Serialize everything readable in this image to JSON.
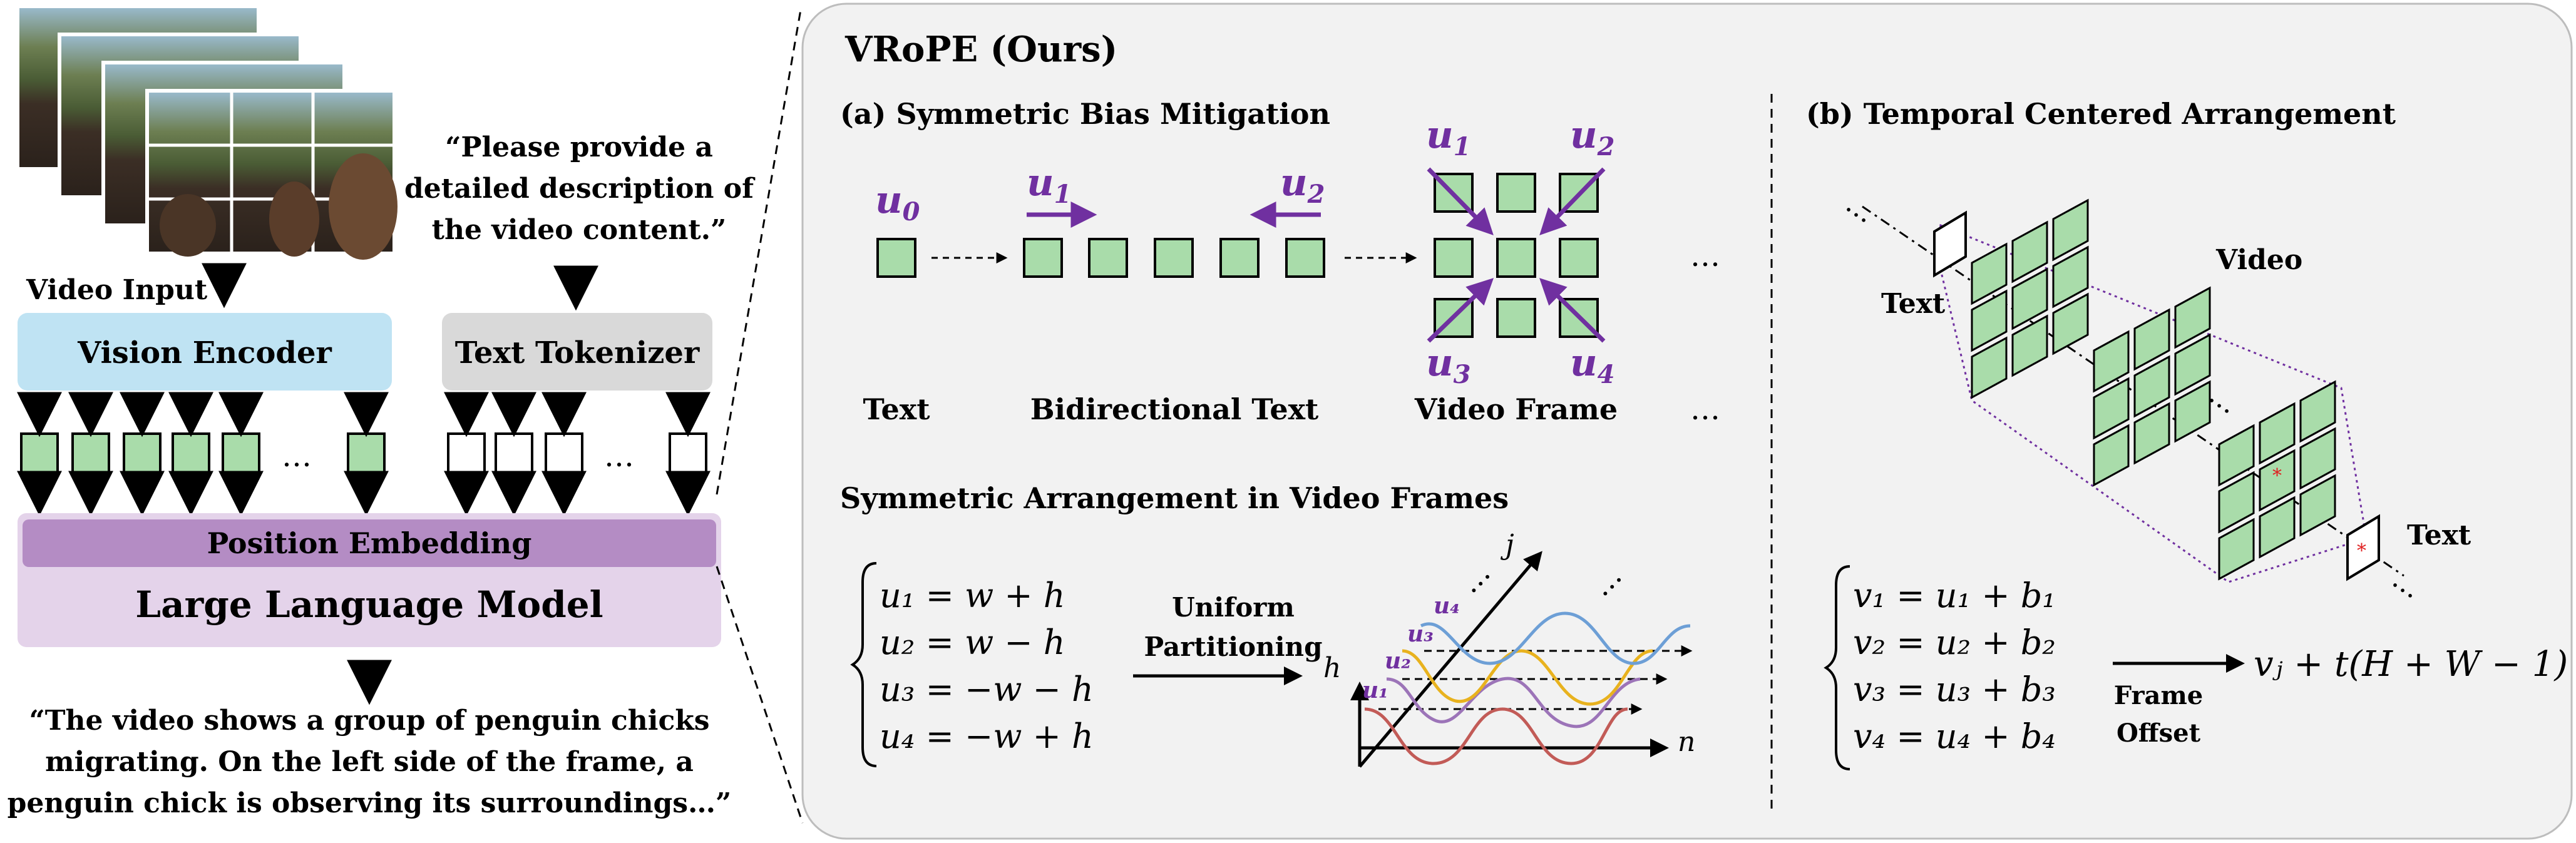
{
  "left": {
    "video_input_label": "Video Input",
    "question_lines": [
      "“Please provide a",
      "detailed description of",
      "the video content.”"
    ],
    "vision_encoder_label": "Vision Encoder",
    "text_tokenizer_label": "Text Tokenizer",
    "ellipsis": "…",
    "position_embedding_label": "Position Embedding",
    "llm_label": "Large Language Model",
    "answer_lines": [
      "“The video shows a group of penguin chicks",
      "migrating. On the left side of the frame, a",
      "penguin chick is observing its surroundings…”"
    ]
  },
  "right": {
    "title": "VRoPE (Ours)",
    "panel_a": {
      "title": "(a) Symmetric Bias Mitigation",
      "u0": "u",
      "u0_sub": "0",
      "u1": "u",
      "u1_sub": "1",
      "u2": "u",
      "u2_sub": "2",
      "u3": "u",
      "u3_sub": "3",
      "u4": "u",
      "u4_sub": "4",
      "label_text": "Text",
      "label_bidirectional": "Bidirectional Text",
      "label_video_frame": "Video Frame",
      "ellipsis": "…",
      "sym_title": "Symmetric Arrangement in Video Frames",
      "equations": [
        "u₁ = w + h",
        "u₂ = w − h",
        "u₃ = −w − h",
        "u₄ = −w + h"
      ],
      "uniform_label": [
        "Uniform",
        "Partitioning"
      ],
      "axis_j": "j",
      "axis_h": "h",
      "axis_n": "n",
      "plot_labels": [
        "u₁",
        "u₂",
        "u₃",
        "u₄"
      ]
    },
    "panel_b": {
      "title": "(b) Temporal Centered Arrangement",
      "video_label": "Video",
      "text_label_top": "Text",
      "text_label_bottom": "Text",
      "equations": [
        "v₁ = u₁ + b₁",
        "v₂ = u₂ + b₂",
        "v₃ = u₃ + b₃",
        "v₄ = u₄ + b₄"
      ],
      "frame_offset_label": [
        "Frame",
        "Offset"
      ],
      "result": "vⱼ + t(H + W − 1)"
    }
  },
  "colors": {
    "token_green": "#a9dcaa",
    "panel_bg": "#f2f2f2",
    "purple": "#7030a0",
    "vision_blue": "#bfe3f3",
    "tokenizer_gray": "#d9d9d9",
    "llm_purple": "#e4d3ea",
    "pos_emb_purple": "#b48cc4",
    "wave_blue": "#6d9fd6",
    "wave_orange": "#e8b21e",
    "wave_purple": "#9c74b8",
    "wave_red": "#c25b57"
  }
}
